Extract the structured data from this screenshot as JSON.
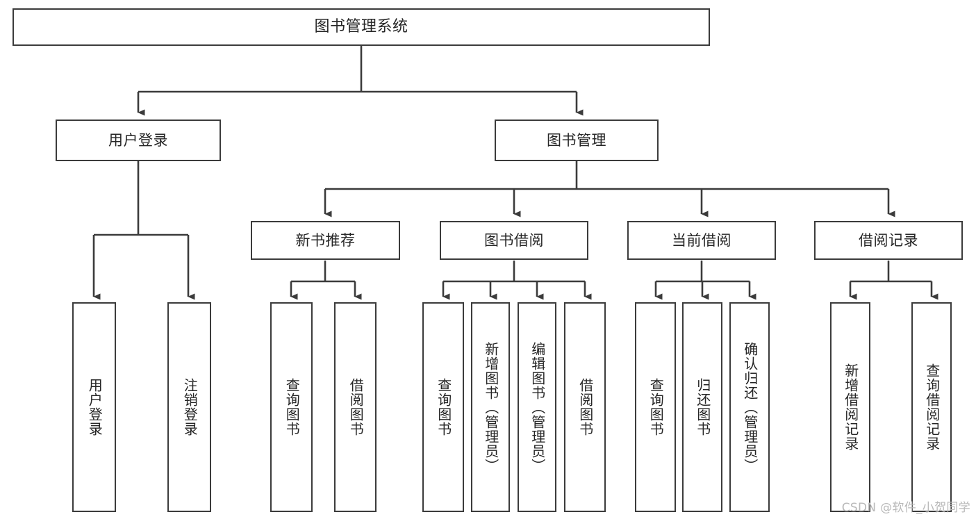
{
  "diagram": {
    "title": "图书管理系统",
    "type": "tree",
    "line_color": "#3b3b3b",
    "box_fill": "#ffffff",
    "text_color": "#262626",
    "background": "#ffffff",
    "levels": [
      {
        "level": 1,
        "nodes": [
          {
            "id": "root",
            "label": "图书管理系统",
            "orientation": "horizontal"
          }
        ]
      },
      {
        "level": 2,
        "nodes": [
          {
            "id": "login",
            "label": "用户登录",
            "orientation": "horizontal",
            "parent": "root"
          },
          {
            "id": "bookmgmt",
            "label": "图书管理",
            "orientation": "horizontal",
            "parent": "root"
          }
        ]
      },
      {
        "level": 3,
        "nodes": [
          {
            "id": "newbook",
            "label": "新书推荐",
            "orientation": "horizontal",
            "parent": "bookmgmt"
          },
          {
            "id": "borrow",
            "label": "图书借阅",
            "orientation": "horizontal",
            "parent": "bookmgmt"
          },
          {
            "id": "current",
            "label": "当前借阅",
            "orientation": "horizontal",
            "parent": "bookmgmt"
          },
          {
            "id": "records",
            "label": "借阅记录",
            "orientation": "horizontal",
            "parent": "bookmgmt"
          }
        ]
      },
      {
        "level": 4,
        "nodes": [
          {
            "id": "leaf-1",
            "label": "用户登录",
            "orientation": "vertical",
            "parent": "login"
          },
          {
            "id": "leaf-2",
            "label": "注销登录",
            "orientation": "vertical",
            "parent": "login"
          },
          {
            "id": "leaf-3",
            "label": "查询图书",
            "orientation": "vertical",
            "parent": "newbook"
          },
          {
            "id": "leaf-4",
            "label": "借阅图书",
            "orientation": "vertical",
            "parent": "newbook"
          },
          {
            "id": "leaf-5",
            "label": "查询图书",
            "orientation": "vertical",
            "parent": "borrow"
          },
          {
            "id": "leaf-6",
            "label": "新增图书（管理员）",
            "orientation": "vertical",
            "parent": "borrow"
          },
          {
            "id": "leaf-7",
            "label": "编辑图书（管理员）",
            "orientation": "vertical",
            "parent": "borrow"
          },
          {
            "id": "leaf-8",
            "label": "借阅图书",
            "orientation": "vertical",
            "parent": "borrow"
          },
          {
            "id": "leaf-9",
            "label": "查询图书",
            "orientation": "vertical",
            "parent": "current"
          },
          {
            "id": "leaf-10",
            "label": "归还图书",
            "orientation": "vertical",
            "parent": "current"
          },
          {
            "id": "leaf-11",
            "label": "确认归还（管理员）",
            "orientation": "vertical",
            "parent": "current"
          },
          {
            "id": "leaf-12",
            "label": "新增借阅记录",
            "orientation": "vertical",
            "parent": "records"
          },
          {
            "id": "leaf-13",
            "label": "查询借阅记录",
            "orientation": "vertical",
            "parent": "records"
          }
        ]
      }
    ]
  },
  "watermark": {
    "text": "CSDN @软件_小贺同学"
  }
}
